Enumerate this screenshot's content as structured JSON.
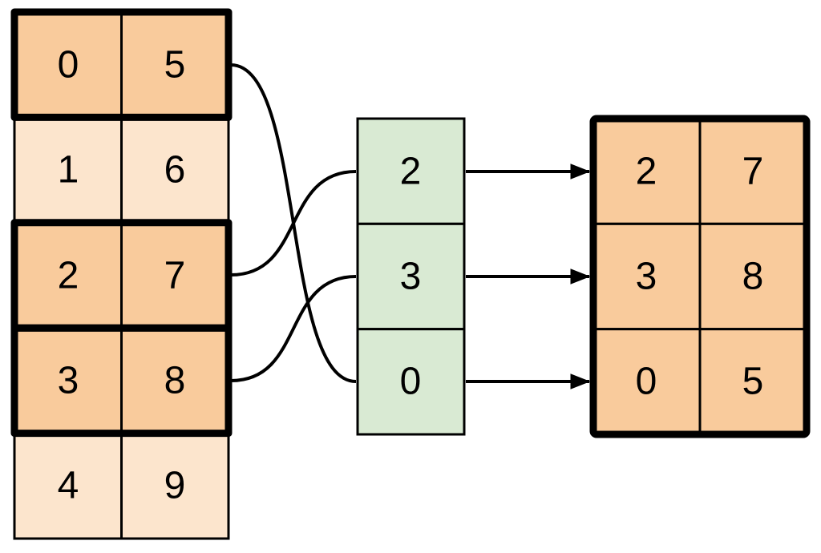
{
  "diagram": {
    "title": "fancy-indexing-row-selection",
    "background": "#ffffff",
    "colors": {
      "highlight_fill": "#f9cb9c",
      "dim_fill": "#fce5cd",
      "index_fill": "#d9ead3",
      "stroke": "#000000"
    },
    "source_table": {
      "rows": [
        {
          "cells": [
            "0",
            "5"
          ],
          "highlighted": true
        },
        {
          "cells": [
            "1",
            "6"
          ],
          "highlighted": false
        },
        {
          "cells": [
            "2",
            "7"
          ],
          "highlighted": true
        },
        {
          "cells": [
            "3",
            "8"
          ],
          "highlighted": true
        },
        {
          "cells": [
            "4",
            "9"
          ],
          "highlighted": false
        }
      ]
    },
    "index_array": {
      "values": [
        "2",
        "3",
        "0"
      ]
    },
    "result_table": {
      "rows": [
        {
          "cells": [
            "2",
            "7"
          ]
        },
        {
          "cells": [
            "3",
            "8"
          ]
        },
        {
          "cells": [
            "0",
            "5"
          ]
        }
      ]
    },
    "connections": {
      "curves": [
        {
          "from_source_row": 0,
          "to_index_cell": 2
        },
        {
          "from_source_row": 2,
          "to_index_cell": 0
        },
        {
          "from_source_row": 3,
          "to_index_cell": 1
        }
      ],
      "arrows": [
        {
          "from_index_cell": 0,
          "to_result_row": 0
        },
        {
          "from_index_cell": 1,
          "to_result_row": 1
        },
        {
          "from_index_cell": 2,
          "to_result_row": 2
        }
      ]
    }
  }
}
